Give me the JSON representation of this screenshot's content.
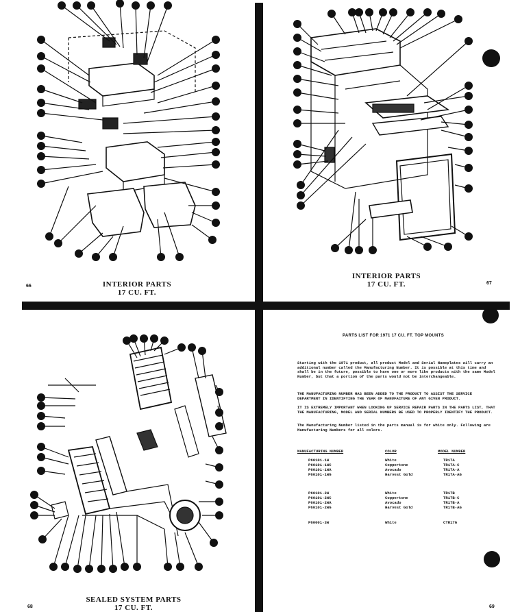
{
  "page_tl": {
    "caption_line1": "INTERIOR PARTS",
    "caption_line2": "17 CU. FT.",
    "page_number": "66"
  },
  "page_tr": {
    "caption_line1": "INTERIOR PARTS",
    "caption_line2": "17 CU. FT.",
    "page_number": "67"
  },
  "page_bl": {
    "caption_line1": "SEALED SYSTEM PARTS",
    "caption_line2": "17 CU. FT.",
    "page_number": "68"
  },
  "page_br": {
    "title": "PARTS LIST FOR 1971 17 CU. FT. TOP MOUNTS",
    "paragraphs": [
      "Starting with the 1971 product, all product Model and Serial Nameplates will carry an additional number called the Manufacturing Number. It is possible at this time and shall be in the future, possible to have one or more like products with the same Model Number, but that a portion of the parts would not be interchangeable.",
      "THE MANUFACTURING NUMBER HAS BEEN ADDED TO THE PRODUCT TO ASSIST THE SERVICE DEPARTMENT IN IDENTIFYING THE YEAR OF MANUFACTURE OF ANY GIVEN PRODUCT.",
      "IT IS EXTREMELY IMPORTANT WHEN LOOKING UP SERVICE REPAIR PARTS IN THE PARTS LIST, THAT THE MANUFACTURING, MODEL AND SERIAL NUMBERS BE USED TO PROPERLY IDENTIFY THE PRODUCT.",
      "The Manufacturing Number listed in the parts manual is for white only. Following are Manufacturing Numbers for all colors."
    ],
    "table": {
      "headers": [
        "MANUFACTURING NUMBER",
        "COLOR",
        "MODEL NUMBER"
      ],
      "groups": [
        [
          [
            "P60101-1W",
            "White",
            "TR17A"
          ],
          [
            "P60101-1WC",
            "Coppertone",
            "TR17A-C"
          ],
          [
            "P60101-1WA",
            "Avocado",
            "TR17A-A"
          ],
          [
            "P60101-1WG",
            "Harvest Gold",
            "TR17A-AG"
          ]
        ],
        [
          [
            "P60101-2W",
            "White",
            "TR17B"
          ],
          [
            "P60101-2WC",
            "Coppertone",
            "TR17B-C"
          ],
          [
            "P60101-2WA",
            "Avocado",
            "TR17B-A"
          ],
          [
            "P60101-2WG",
            "Harvest Gold",
            "TR17B-AG"
          ]
        ],
        [
          [
            "P60001-3W",
            "White",
            "CTR17G"
          ]
        ]
      ]
    },
    "page_number": "69"
  }
}
